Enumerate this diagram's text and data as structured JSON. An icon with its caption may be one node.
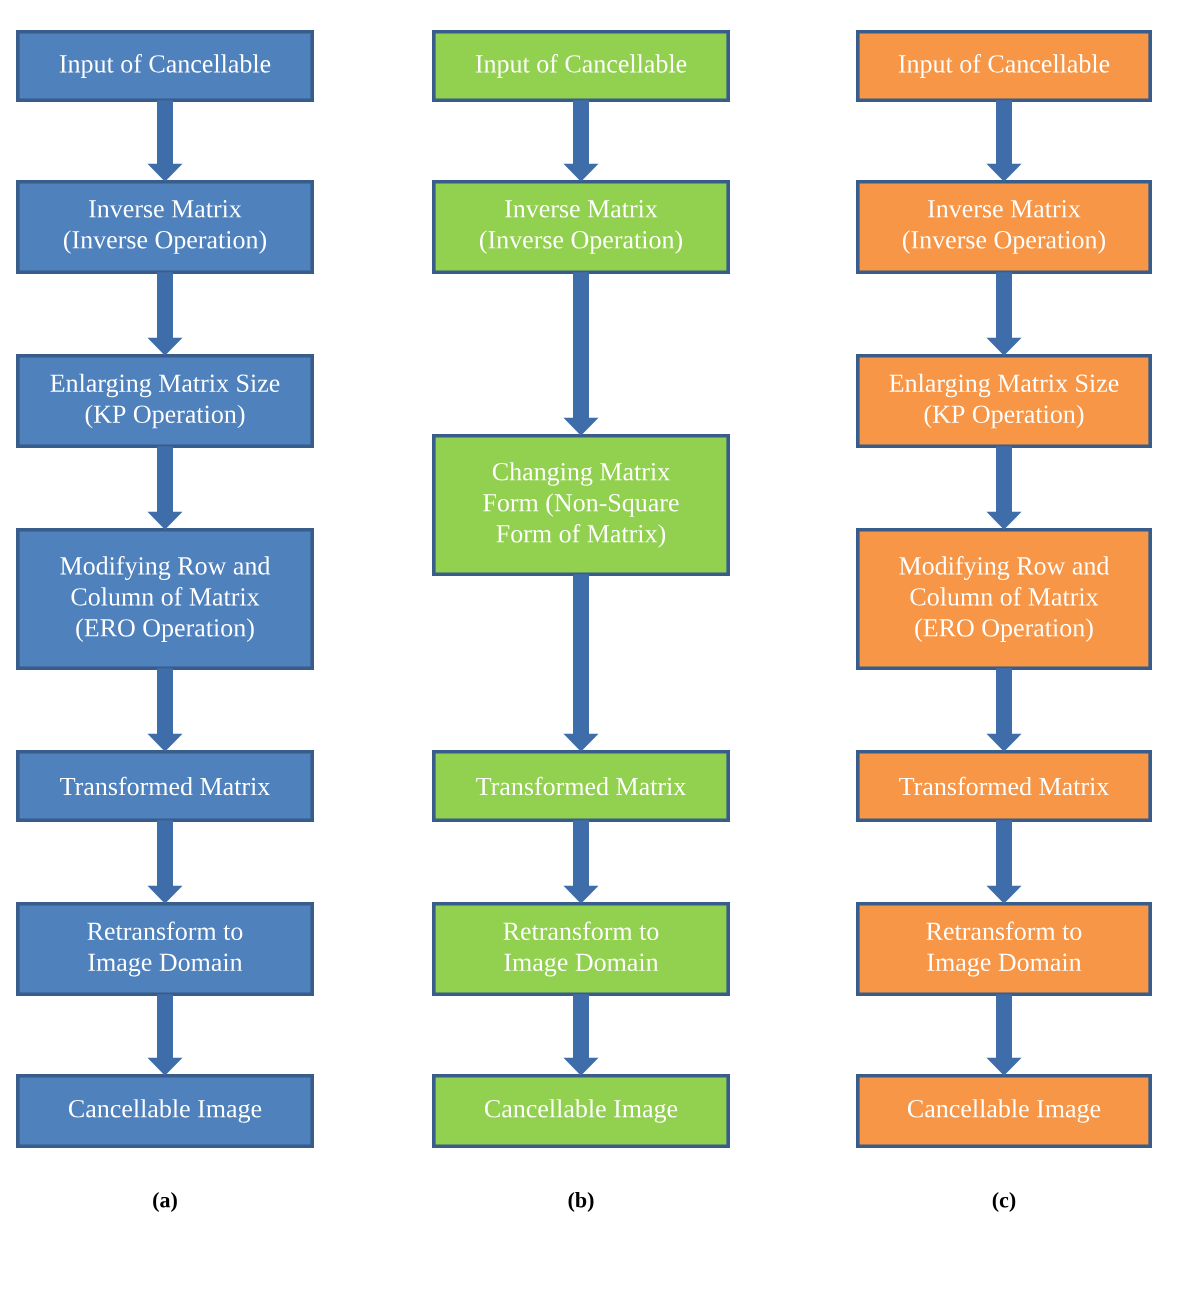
{
  "diagram": {
    "nodes": [
      {
        "text": [
          "Input of Cancellable"
        ]
      },
      {
        "text": [
          "Inverse Matrix (Inverse Operation)"
        ]
      },
      {
        "text": [
          "Enlarging Matrix Size (KP Operation)"
        ]
      },
      {
        "text": [
          "Modifying Row and Column of Matrix (ERO Operation)"
        ]
      },
      {
        "text": [
          "Transformed Matrix"
        ]
      },
      {
        "text": [
          "Retransform to Image Domain"
        ]
      },
      {
        "text": [
          "Cancellable Image"
        ]
      },
      {
        "text": [
          "Input of Cancellable"
        ]
      },
      {
        "text": [
          "Inverse Matrix (Inverse Operation)"
        ]
      },
      {
        "text": [
          "Changing Matrix Form (Non-Square Form of Matrix)"
        ]
      },
      {
        "text": [
          "Transformed Matrix"
        ]
      },
      {
        "text": [
          "Retransform to Image Domain"
        ]
      },
      {
        "text": [
          "Cancellable Image"
        ]
      },
      {
        "text": [
          "Input of Cancellable"
        ]
      },
      {
        "text": [
          "Inverse Matrix (Inverse Operation)"
        ]
      },
      {
        "text": [
          "Enlarging Matrix Size (KP Operation)"
        ]
      },
      {
        "text": [
          "Modifying Row and Column of Matrix (ERO Operation)"
        ]
      },
      {
        "text": [
          "Transformed Matrix"
        ]
      },
      {
        "text": [
          "Retransform to Image Domain"
        ]
      },
      {
        "text": [
          "Cancellable Image"
        ]
      }
    ],
    "edges": [
      {
        "from": 0,
        "to": 1,
        "arrow": "to"
      },
      {
        "from": 1,
        "to": 2,
        "arrow": "to"
      },
      {
        "from": 2,
        "to": 3,
        "arrow": "to"
      },
      {
        "from": 3,
        "to": 4,
        "arrow": "to"
      },
      {
        "from": 4,
        "to": 5,
        "arrow": "to"
      },
      {
        "from": 5,
        "to": 6,
        "arrow": "to"
      },
      {
        "from": 7,
        "to": 8,
        "arrow": "to"
      },
      {
        "from": 8,
        "to": 9,
        "arrow": "to"
      },
      {
        "from": 9,
        "to": 10,
        "arrow": "to"
      },
      {
        "from": 10,
        "to": 11,
        "arrow": "to"
      },
      {
        "from": 11,
        "to": 12,
        "arrow": "to"
      },
      {
        "from": 13,
        "to": 14,
        "arrow": "to"
      },
      {
        "from": 14,
        "to": 15,
        "arrow": "to"
      },
      {
        "from": 15,
        "to": 16,
        "arrow": "to"
      },
      {
        "from": 16,
        "to": 17,
        "arrow": "to"
      },
      {
        "from": 17,
        "to": 18,
        "arrow": "to"
      },
      {
        "from": 18,
        "to": 19,
        "arrow": "to"
      }
    ],
    "labels": [
      "(a)",
      "(b)",
      "(c)"
    ]
  }
}
